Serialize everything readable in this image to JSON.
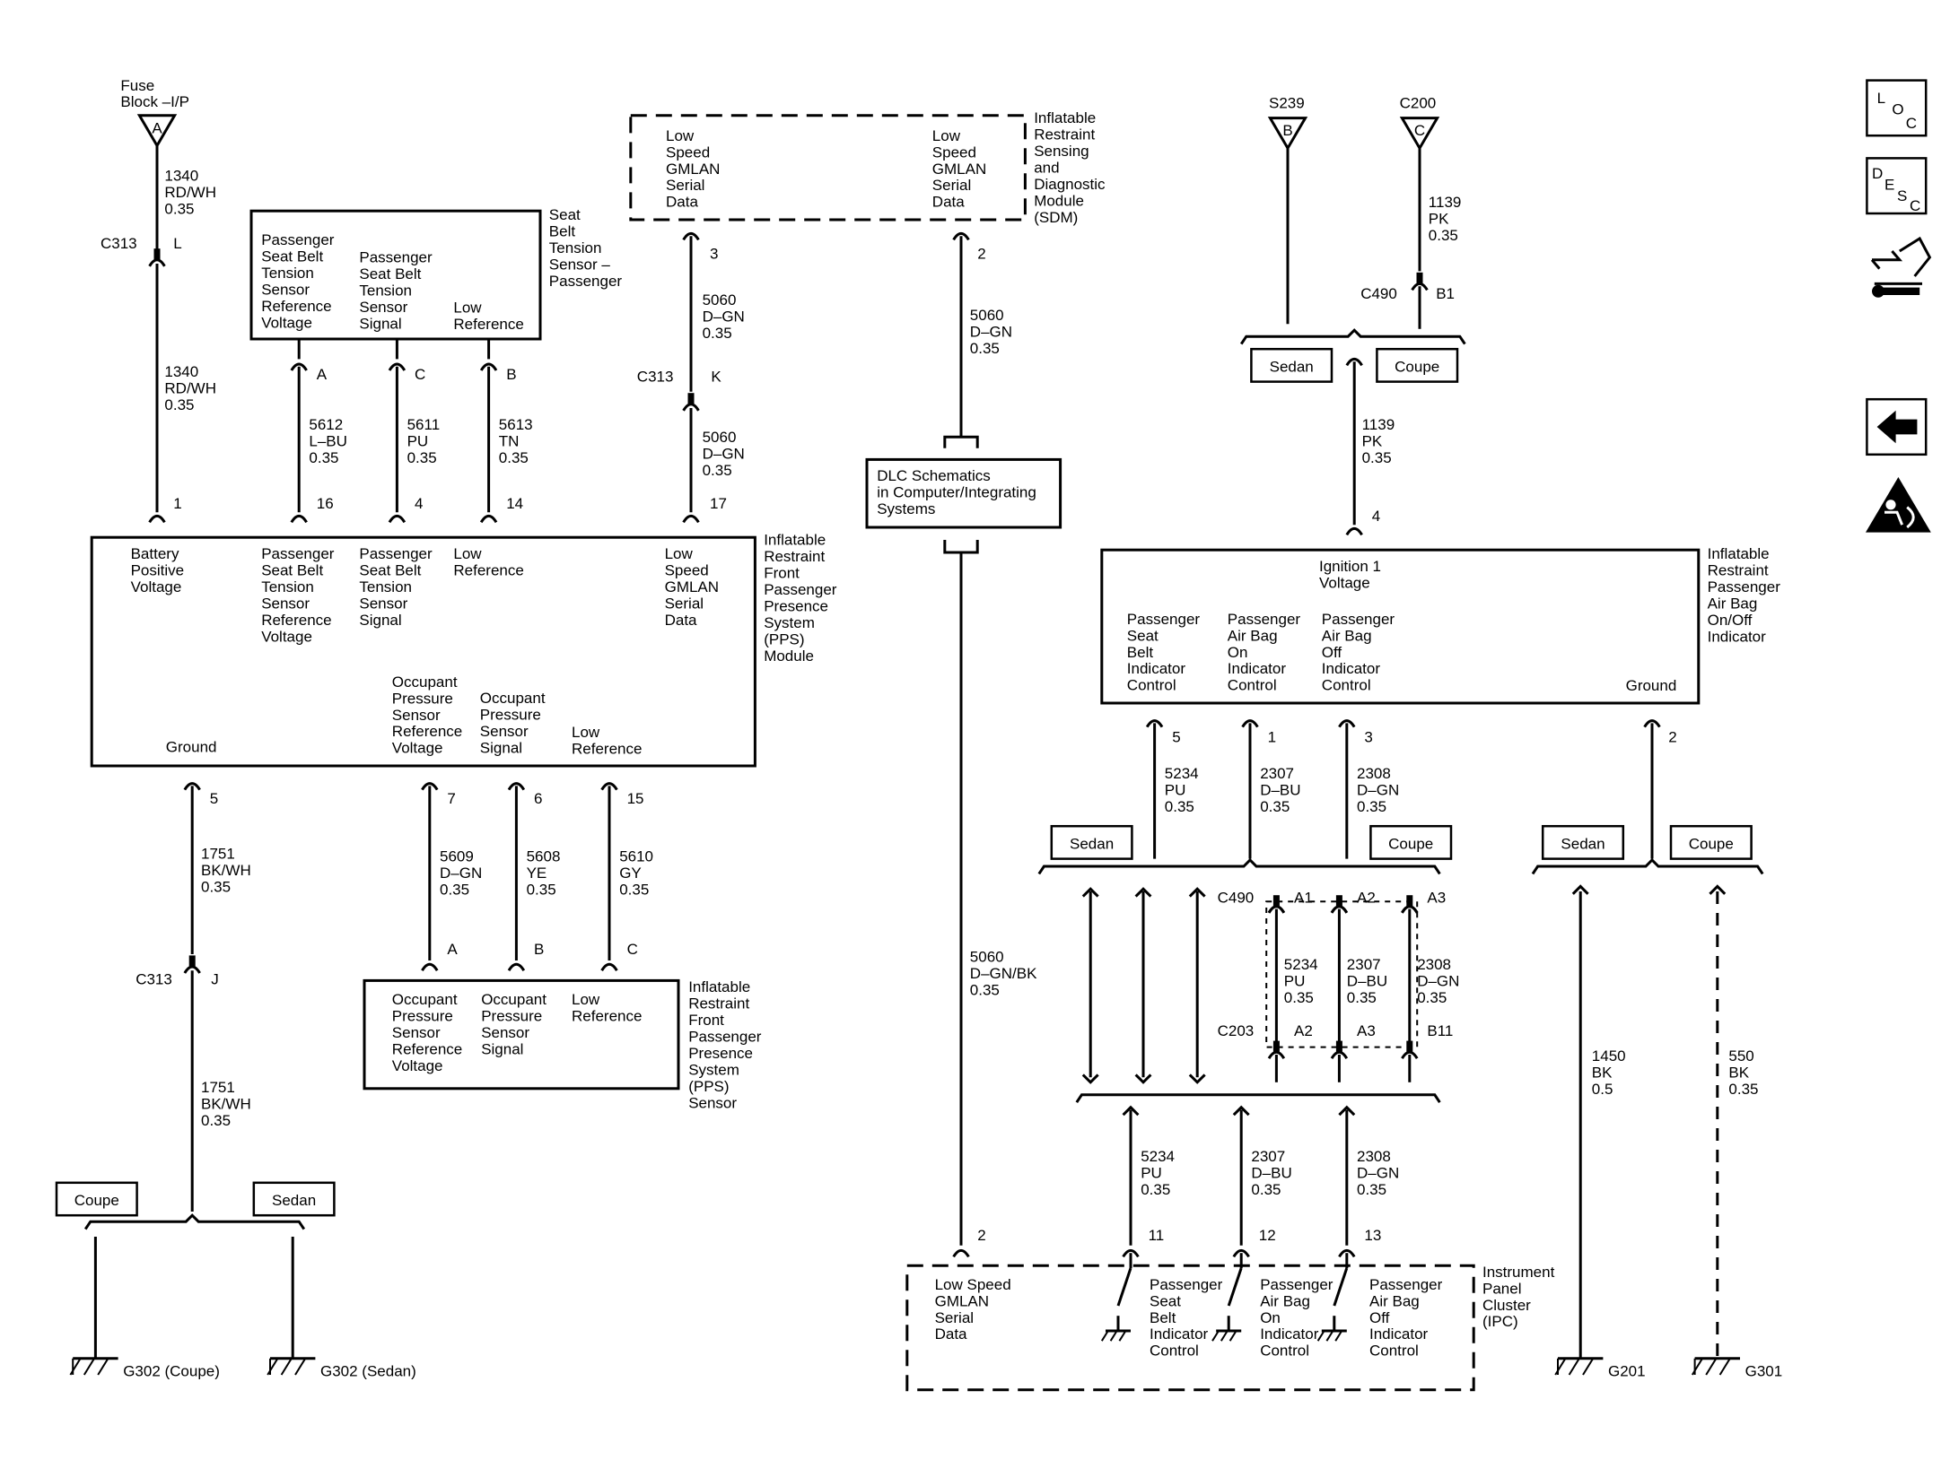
{
  "sources": {
    "fuse": {
      "label1": "Fuse",
      "label2": "Block –I/P",
      "pin": "A"
    },
    "s239": {
      "label": "S239",
      "pin": "B"
    },
    "c200": {
      "label": "C200",
      "pin": "C"
    }
  },
  "wires": {
    "w1340a": [
      "1340",
      "RD/WH",
      "0.35"
    ],
    "w1340b": [
      "1340",
      "RD/WH",
      "0.35"
    ],
    "w5612": [
      "5612",
      "L–BU",
      "0.35"
    ],
    "w5611": [
      "5611",
      "PU",
      "0.35"
    ],
    "w5613": [
      "5613",
      "TN",
      "0.35"
    ],
    "w5060a": [
      "5060",
      "D–GN",
      "0.35"
    ],
    "w5060b": [
      "5060",
      "D–GN",
      "0.35"
    ],
    "w5060c": [
      "5060",
      "D–GN",
      "0.35"
    ],
    "w5060d": [
      "5060",
      "D–GN/BK",
      "0.35"
    ],
    "w1751a": [
      "1751",
      "BK/WH",
      "0.35"
    ],
    "w1751b": [
      "1751",
      "BK/WH",
      "0.35"
    ],
    "w5609": [
      "5609",
      "D–GN",
      "0.35"
    ],
    "w5608": [
      "5608",
      "YE",
      "0.35"
    ],
    "w5610": [
      "5610",
      "GY",
      "0.35"
    ],
    "w1139a": [
      "1139",
      "PK",
      "0.35"
    ],
    "w1139b": [
      "1139",
      "PK",
      "0.35"
    ],
    "w5234a": [
      "5234",
      "PU",
      "0.35"
    ],
    "w2307a": [
      "2307",
      "D–BU",
      "0.35"
    ],
    "w2308a": [
      "2308",
      "D–GN",
      "0.35"
    ],
    "w5234b": [
      "5234",
      "PU",
      "0.35"
    ],
    "w2307b": [
      "2307",
      "D–BU",
      "0.35"
    ],
    "w2308b": [
      "2308",
      "D–GN",
      "0.35"
    ],
    "w5234c": [
      "5234",
      "PU",
      "0.35"
    ],
    "w2307c": [
      "2307",
      "D–BU",
      "0.35"
    ],
    "w2308c": [
      "2308",
      "D–GN",
      "0.35"
    ],
    "w1450": [
      "1450",
      "BK",
      "0.5"
    ],
    "w550": [
      "550",
      "BK",
      "0.35"
    ]
  },
  "connectors": {
    "c313_l": {
      "name": "C313",
      "pin": "L"
    },
    "c313_k": {
      "name": "C313",
      "pin": "K"
    },
    "c313_j": {
      "name": "C313",
      "pin": "J"
    },
    "c490_b1": {
      "name": "C490",
      "pin": "B1"
    },
    "c490_a": {
      "name": "C490",
      "pins": [
        "A1",
        "A2",
        "A3"
      ]
    },
    "c203": {
      "name": "C203",
      "pins": [
        "A2",
        "A3",
        "B11"
      ]
    }
  },
  "components": {
    "seatbelt_sensor": {
      "name": [
        "Seat",
        "Belt",
        "Tension",
        "Sensor –",
        "Passenger"
      ],
      "col1": [
        "Passenger",
        "Seat Belt",
        "Tension",
        "Sensor",
        "Reference",
        "Voltage"
      ],
      "col2": [
        "Passenger",
        "Seat Belt",
        "Tension",
        "Sensor",
        "Signal"
      ],
      "col3": [
        "Low",
        "Reference"
      ],
      "pins": [
        "A",
        "C",
        "B"
      ]
    },
    "sdm": {
      "name": [
        "Inflatable",
        "Restraint",
        "Sensing",
        "and",
        "Diagnostic",
        "Module",
        "(SDM)"
      ],
      "left": [
        "Low",
        "Speed",
        "GMLAN",
        "Serial",
        "Data"
      ],
      "right": [
        "Low",
        "Speed",
        "GMLAN",
        "Serial",
        "Data"
      ],
      "pins": [
        "3",
        "2"
      ]
    },
    "pps_module": {
      "name": [
        "Inflatable",
        "Restraint",
        "Front",
        "Passenger",
        "Presence",
        "System",
        "(PPS)",
        "Module"
      ],
      "top_pins": [
        "1",
        "16",
        "4",
        "14",
        "17"
      ],
      "bottom_pins": [
        "5",
        "7",
        "6",
        "15"
      ],
      "battery": [
        "Battery",
        "Positive",
        "Voltage"
      ],
      "sb_ref": [
        "Passenger",
        "Seat Belt",
        "Tension",
        "Sensor",
        "Reference",
        "Voltage"
      ],
      "sb_sig": [
        "Passenger",
        "Seat Belt",
        "Tension",
        "Sensor",
        "Signal"
      ],
      "low_ref": [
        "Low",
        "Reference"
      ],
      "gmlan": [
        "Low",
        "Speed",
        "GMLAN",
        "Serial",
        "Data"
      ],
      "ground": "Ground",
      "occ_ref": [
        "Occupant",
        "Pressure",
        "Sensor",
        "Reference",
        "Voltage"
      ],
      "occ_sig": [
        "Occupant",
        "Pressure",
        "Sensor",
        "Signal"
      ],
      "occ_low": [
        "Low",
        "Reference"
      ]
    },
    "pps_sensor": {
      "name": [
        "Inflatable",
        "Restraint",
        "Front",
        "Passenger",
        "Presence",
        "System",
        "(PPS)",
        "Sensor"
      ],
      "col1": [
        "Occupant",
        "Pressure",
        "Sensor",
        "Reference",
        "Voltage"
      ],
      "col2": [
        "Occupant",
        "Pressure",
        "Sensor",
        "Signal"
      ],
      "col3": [
        "Low",
        "Reference"
      ],
      "pins": [
        "A",
        "B",
        "C"
      ]
    },
    "dlc": {
      "text": [
        "DLC Schematics",
        "in Computer/Integrating",
        "Systems"
      ]
    },
    "indicator": {
      "name": [
        "Inflatable",
        "Restraint",
        "Passenger",
        "Air Bag",
        "On/Off",
        "Indicator"
      ],
      "ign": [
        "Ignition 1",
        "Voltage"
      ],
      "col1": [
        "Passenger",
        "Seat",
        "Belt",
        "Indicator",
        "Control"
      ],
      "col2": [
        "Passenger",
        "Air Bag",
        "On",
        "Indicator",
        "Control"
      ],
      "col3": [
        "Passenger",
        "Air Bag",
        "Off",
        "Indicator",
        "Control"
      ],
      "ground": "Ground",
      "pins": [
        "4",
        "5",
        "1",
        "3",
        "2"
      ]
    },
    "ipc": {
      "name": [
        "Instrument",
        "Panel",
        "Cluster",
        "(IPC)"
      ],
      "gmlan": [
        "Low Speed",
        "GMLAN",
        "Serial",
        "Data"
      ],
      "col1": [
        "Passenger",
        "Seat",
        "Belt",
        "Indicator",
        "Control"
      ],
      "col2": [
        "Passenger",
        "Air Bag",
        "On",
        "Indicator",
        "Control"
      ],
      "col3": [
        "Passenger",
        "Air Bag",
        "Off",
        "Indicator",
        "Control"
      ],
      "pins": [
        "2",
        "11",
        "12",
        "13"
      ]
    }
  },
  "tags": {
    "sedan": "Sedan",
    "coupe": "Coupe"
  },
  "grounds": {
    "g302c": "G302 (Coupe)",
    "g302s": "G302 (Sedan)",
    "g201": "G201",
    "g301": "G301"
  },
  "nav": {
    "loc": [
      "L",
      "O",
      "C"
    ],
    "desc": [
      "D",
      "E",
      "S",
      "C"
    ],
    "icon_names": [
      "loc-icon",
      "desc-icon",
      "connector-tool-icon",
      "back-arrow-icon",
      "airbag-warning-icon"
    ]
  }
}
